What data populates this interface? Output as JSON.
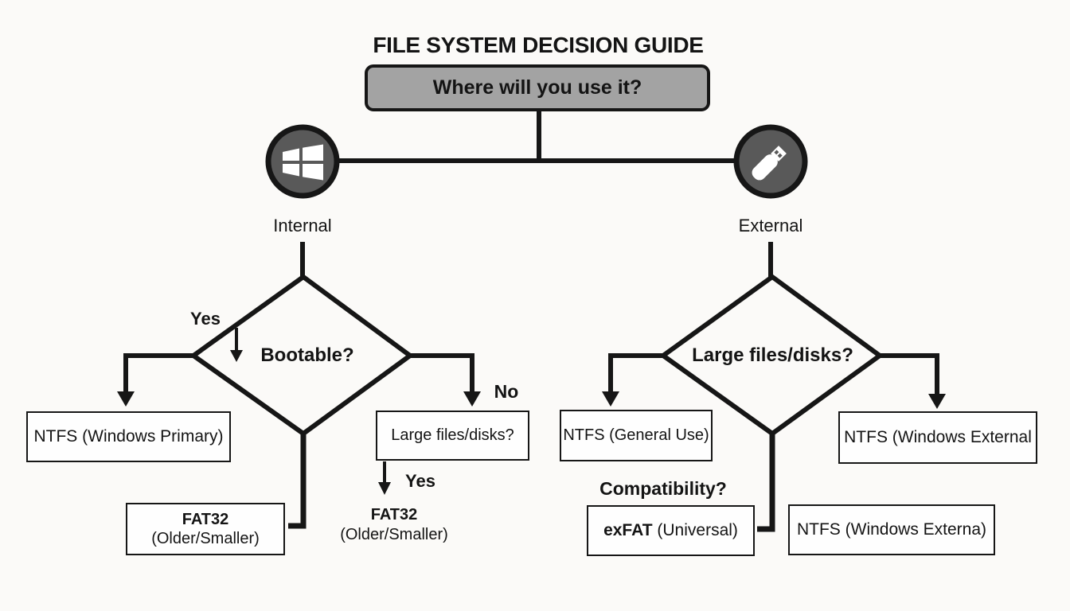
{
  "title": "FILE SYSTEM DECISION GUIDE",
  "colors": {
    "background": "#fbfaf8",
    "line": "#161616",
    "node_gray": "#a3a3a3",
    "circle_gray": "#595959",
    "box_white": "#fefefe",
    "text": "#141414"
  },
  "root": {
    "question": "Where will you use it?"
  },
  "internal": {
    "label": "Internal",
    "icon": "windows-logo-icon",
    "decision": "Bootable?",
    "yes_label": "Yes",
    "no_label": "No",
    "yes_result": "NTFS (Windows Primary)",
    "no_question": "Large files/disks?",
    "sub_yes_label": "Yes",
    "sub_result_title": "FAT32",
    "sub_result_subtitle": "(Older/Smaller)",
    "bottom_result_title": "FAT32",
    "bottom_result_subtitle": "(Older/Smaller)"
  },
  "external": {
    "label": "External",
    "icon": "usb-drive-icon",
    "decision": "Large files/disks?",
    "left_result": "NTFS (General Use)",
    "right_result": "NTFS (Windows External",
    "compat_question": "Compatibility?",
    "compat_result_title": "exFAT",
    "compat_result_subtitle": "(Universal)",
    "bottom_result": "NTFS (Windows Externa)"
  }
}
